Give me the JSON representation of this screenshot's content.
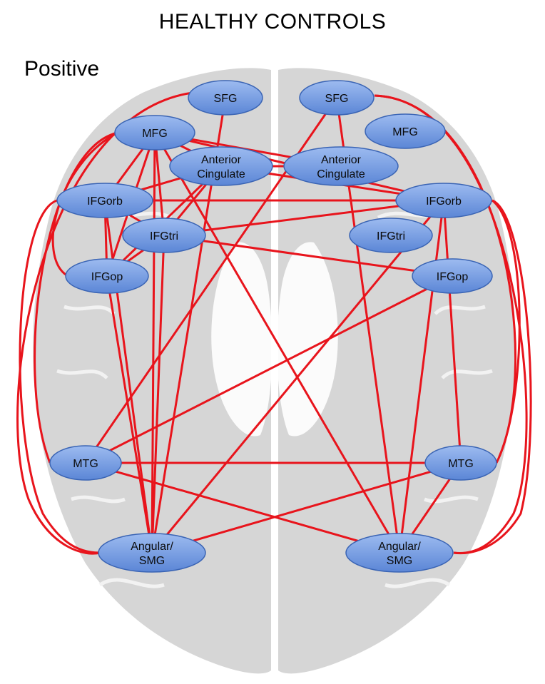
{
  "title": "HEALTHY CONTROLS",
  "subtitle": "Positive",
  "colors": {
    "edge": "#e8141c",
    "node_fill_top": "#9dbbf0",
    "node_fill_bottom": "#5b86d6",
    "node_stroke": "#3a64b4",
    "brain": "#d6d6d6"
  },
  "nodes": [
    {
      "id": "L_SFG",
      "lines": [
        "SFG"
      ]
    },
    {
      "id": "R_SFG",
      "lines": [
        "SFG"
      ]
    },
    {
      "id": "L_MFG",
      "lines": [
        "MFG"
      ]
    },
    {
      "id": "R_MFG",
      "lines": [
        "MFG"
      ]
    },
    {
      "id": "L_AC",
      "lines": [
        "Anterior",
        "Cingulate"
      ]
    },
    {
      "id": "R_AC",
      "lines": [
        "Anterior",
        "Cingulate"
      ]
    },
    {
      "id": "L_IFGorb",
      "lines": [
        "IFGorb"
      ]
    },
    {
      "id": "R_IFGorb",
      "lines": [
        "IFGorb"
      ]
    },
    {
      "id": "L_IFGtri",
      "lines": [
        "IFGtri"
      ]
    },
    {
      "id": "R_IFGtri",
      "lines": [
        "IFGtri"
      ]
    },
    {
      "id": "L_IFGop",
      "lines": [
        "IFGop"
      ]
    },
    {
      "id": "R_IFGop",
      "lines": [
        "IFGop"
      ]
    },
    {
      "id": "L_MTG",
      "lines": [
        "MTG"
      ]
    },
    {
      "id": "R_MTG",
      "lines": [
        "MTG"
      ]
    },
    {
      "id": "L_ANG",
      "lines": [
        "Angular/",
        "SMG"
      ]
    },
    {
      "id": "R_ANG",
      "lines": [
        "Angular/",
        "SMG"
      ]
    }
  ],
  "edges": [
    [
      "L_MFG",
      "L_AC"
    ],
    [
      "L_MFG",
      "R_AC"
    ],
    [
      "L_MFG",
      "L_IFGorb"
    ],
    [
      "L_MFG",
      "L_IFGtri"
    ],
    [
      "L_MFG",
      "R_IFGorb"
    ],
    [
      "L_MFG",
      "L_IFGop"
    ],
    [
      "L_MFG",
      "R_ANG"
    ],
    [
      "L_AC",
      "R_AC"
    ],
    [
      "L_AC",
      "R_IFGorb"
    ],
    [
      "L_AC",
      "L_IFGtri"
    ],
    [
      "L_AC",
      "L_IFGop"
    ],
    [
      "L_IFGorb",
      "R_IFGorb"
    ],
    [
      "L_IFGorb",
      "L_AC"
    ],
    [
      "L_IFGorb",
      "L_IFGop"
    ],
    [
      "L_IFGtri",
      "R_IFGorb"
    ],
    [
      "L_IFGtri",
      "R_IFGop"
    ],
    [
      "L_IFGtri",
      "L_IFGop"
    ],
    [
      "L_IFGtri",
      "L_ANG"
    ],
    [
      "L_IFGop",
      "L_ANG"
    ],
    [
      "L_IFGorb",
      "L_IFGtri"
    ],
    [
      "R_SFG",
      "L_MTG"
    ],
    [
      "R_IFGorb",
      "L_ANG"
    ],
    [
      "R_IFGop",
      "L_MTG"
    ],
    [
      "L_MTG",
      "R_MTG"
    ],
    [
      "L_MTG",
      "R_ANG"
    ],
    [
      "R_MTG",
      "L_ANG"
    ],
    [
      "R_MTG",
      "R_ANG"
    ],
    [
      "L_SFG",
      "L_ANG"
    ],
    [
      "R_SFG",
      "R_ANG"
    ],
    [
      "R_IFGorb",
      "R_ANG"
    ],
    [
      "R_IFGorb",
      "R_MTG"
    ],
    [
      "L_MFG",
      "L_ANG"
    ],
    [
      "L_IFGorb",
      "L_ANG"
    ]
  ]
}
